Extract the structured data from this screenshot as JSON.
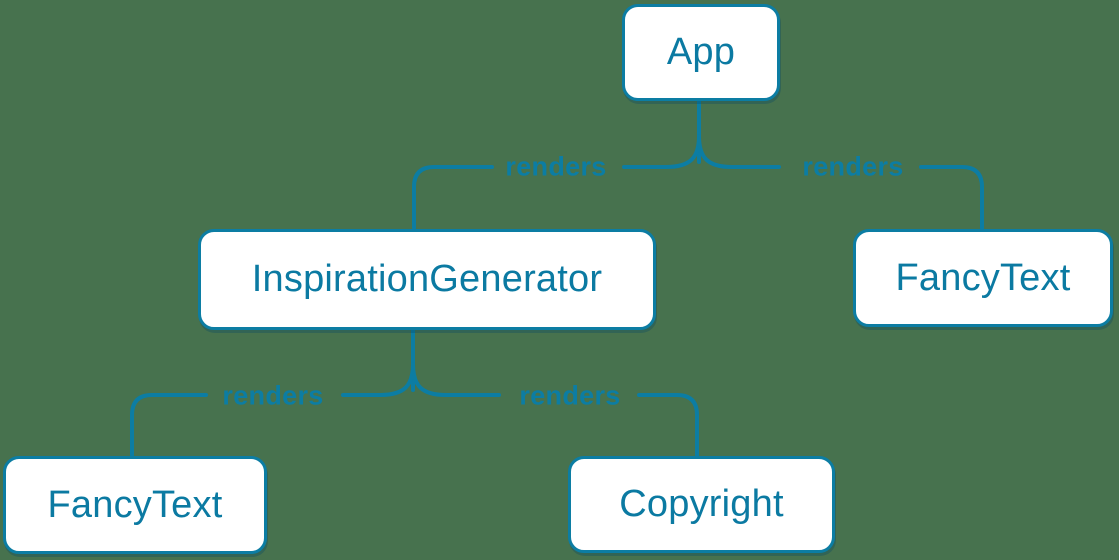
{
  "page": {
    "background_color": "#47724e"
  },
  "theme": {
    "node_fill": "#ffffff",
    "line_color": "#0c7da3",
    "node_text_color": "#0b7aa2",
    "edge_label_color": "#0c7da3"
  },
  "diagram": {
    "type": "tree",
    "description": "Component render tree",
    "nodes": [
      {
        "id": "app",
        "label": "App"
      },
      {
        "id": "inspiration-generator",
        "label": "InspirationGenerator"
      },
      {
        "id": "fancy-text-top",
        "label": "FancyText"
      },
      {
        "id": "fancy-text-bottom",
        "label": "FancyText"
      },
      {
        "id": "copyright",
        "label": "Copyright"
      }
    ],
    "edges": [
      {
        "from": "App",
        "to": "InspirationGenerator",
        "label": "renders"
      },
      {
        "from": "App",
        "to": "FancyText",
        "label": "renders"
      },
      {
        "from": "InspirationGenerator",
        "to": "FancyText",
        "label": "renders"
      },
      {
        "from": "InspirationGenerator",
        "to": "Copyright",
        "label": "renders"
      }
    ]
  }
}
